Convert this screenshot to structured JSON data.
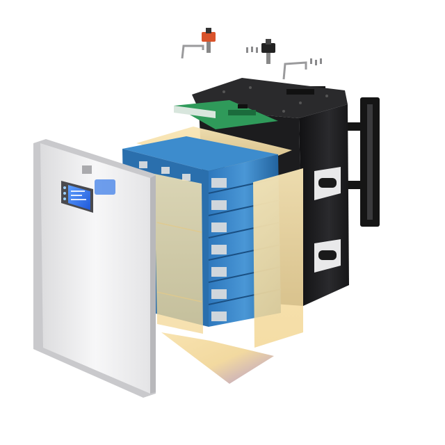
{
  "image": {
    "subject": "exploded-view-battery-pack",
    "background": "#ffffff",
    "colors": {
      "housing": "#1c1c1e",
      "housing_top": "#2a2a2c",
      "front_panel": "#f2f2f3",
      "cells": "#3a86c8",
      "cells_dark": "#1f5f9a",
      "insulation_sheet": "#f7e3b0",
      "pcb": "#2f9a5a",
      "display": "#2f6fe0",
      "terminal_positive": "#d9532b",
      "terminal_negative": "#222222",
      "bracket": "#151515"
    },
    "components": [
      "front-panel",
      "lcd-display",
      "top-housing",
      "wall-bracket",
      "battery-cells",
      "insulation-sheets",
      "bms-board",
      "terminals",
      "handles"
    ]
  }
}
